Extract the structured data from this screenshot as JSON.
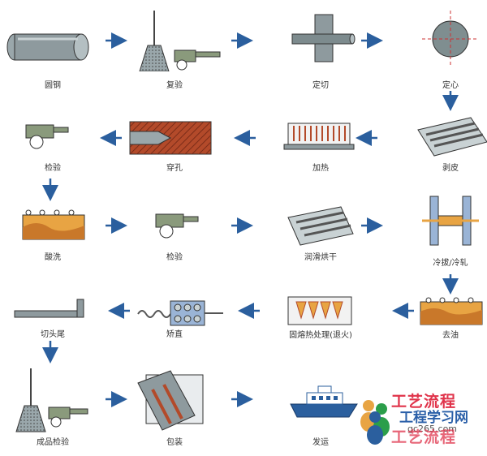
{
  "steps": [
    {
      "label": "圆钢"
    },
    {
      "label": "复验"
    },
    {
      "label": "定切"
    },
    {
      "label": "定心"
    },
    {
      "label": "检验"
    },
    {
      "label": "穿孔"
    },
    {
      "label": "加热"
    },
    {
      "label": "剥皮"
    },
    {
      "label": "酸洗"
    },
    {
      "label": "检验"
    },
    {
      "label": "润滑烘干"
    },
    {
      "label": "冷拔/冷轧"
    },
    {
      "label": "切头尾"
    },
    {
      "label": "矫直"
    },
    {
      "label": "固熔热处理(退火)"
    },
    {
      "label": "去油"
    },
    {
      "label": "成品检验"
    },
    {
      "label": "包装"
    },
    {
      "label": "发运"
    }
  ],
  "watermark": {
    "title_top": "工艺流程",
    "site_name": "工程学习网",
    "site_url": "gc265.com",
    "title_bottom": "工艺流程"
  },
  "colors": {
    "arrow": "#2b5f9e",
    "steel": "#7f8e90",
    "rust": "#b34a2a"
  }
}
